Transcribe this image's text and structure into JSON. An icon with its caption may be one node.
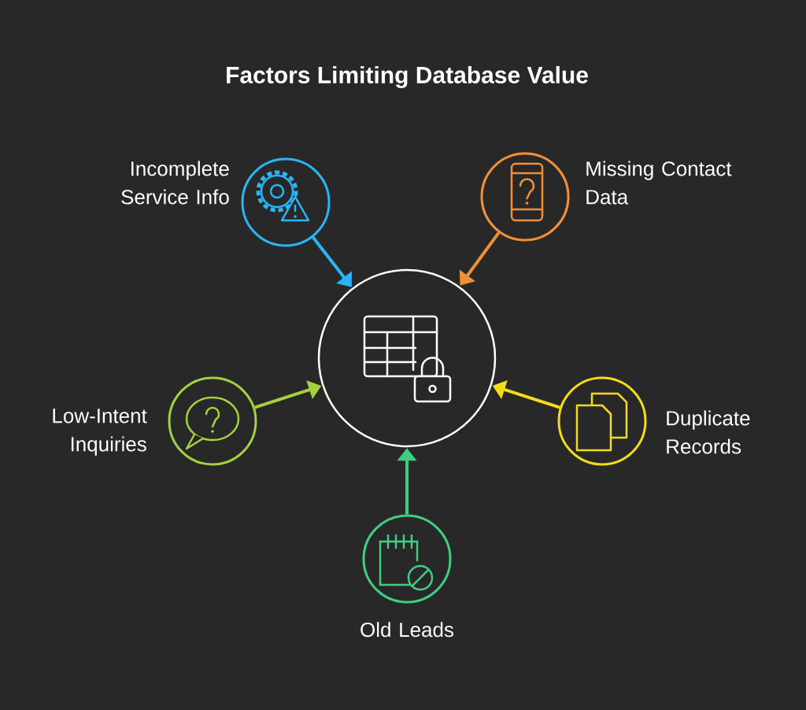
{
  "diagram": {
    "title": "Factors Limiting Database Value",
    "nodes": [
      {
        "text": [],
        "shape": "circle"
      },
      {
        "text": [],
        "shape": "circle",
        "beside": [
          "Incomplete Service Info"
        ]
      },
      {
        "text": [],
        "shape": "circle",
        "beside": [
          "Missing Contact Data"
        ]
      },
      {
        "text": [],
        "shape": "circle",
        "beside": [
          "Low-Intent Inquiries"
        ]
      },
      {
        "text": [],
        "shape": "circle",
        "beside": [
          "Duplicate Records"
        ]
      },
      {
        "text": [],
        "shape": "circle",
        "beside": [
          "Old Leads"
        ]
      }
    ],
    "edges": [
      {
        "from": 1,
        "to": 0,
        "arrow": "to",
        "color": "#29b6f6"
      },
      {
        "from": 2,
        "to": 0,
        "arrow": "to",
        "color": "#f0913a"
      },
      {
        "from": 3,
        "to": 0,
        "arrow": "to",
        "color": "#a3d13f"
      },
      {
        "from": 4,
        "to": 0,
        "arrow": "to",
        "color": "#f2dc1c"
      },
      {
        "from": 5,
        "to": 0,
        "arrow": "to",
        "color": "#3fcf82"
      }
    ]
  }
}
